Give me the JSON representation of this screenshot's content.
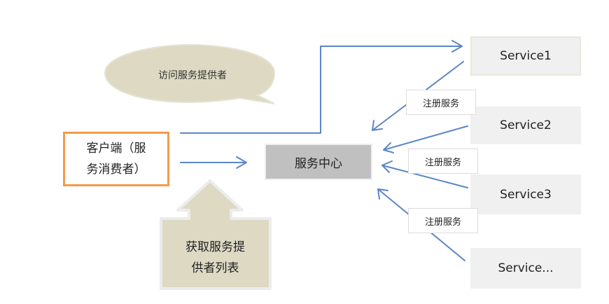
{
  "callout": {
    "text": "访问服务提供者"
  },
  "client": {
    "line1": "客户端（服",
    "line2": "务消费者）"
  },
  "service_center": {
    "label": "服务中心"
  },
  "services": [
    {
      "label": "Service1"
    },
    {
      "label": "Service2"
    },
    {
      "label": "Service3"
    },
    {
      "label": "Service..."
    }
  ],
  "register_labels": [
    {
      "text": "注册服务"
    },
    {
      "text": "注册服务"
    },
    {
      "text": "注册服务"
    }
  ],
  "fetch_list": {
    "line1": "获取服务提",
    "line2": "供者列表"
  },
  "colors": {
    "arrow": "#5b87c5",
    "client_border": "#f29a4a",
    "center_fill": "#c0c0c0",
    "service_fill": "#f0f0f0",
    "bubble_fill": "#ddd9c3",
    "up_arrow_fill": "#ddd9c3",
    "up_arrow_stroke": "#ececec"
  }
}
